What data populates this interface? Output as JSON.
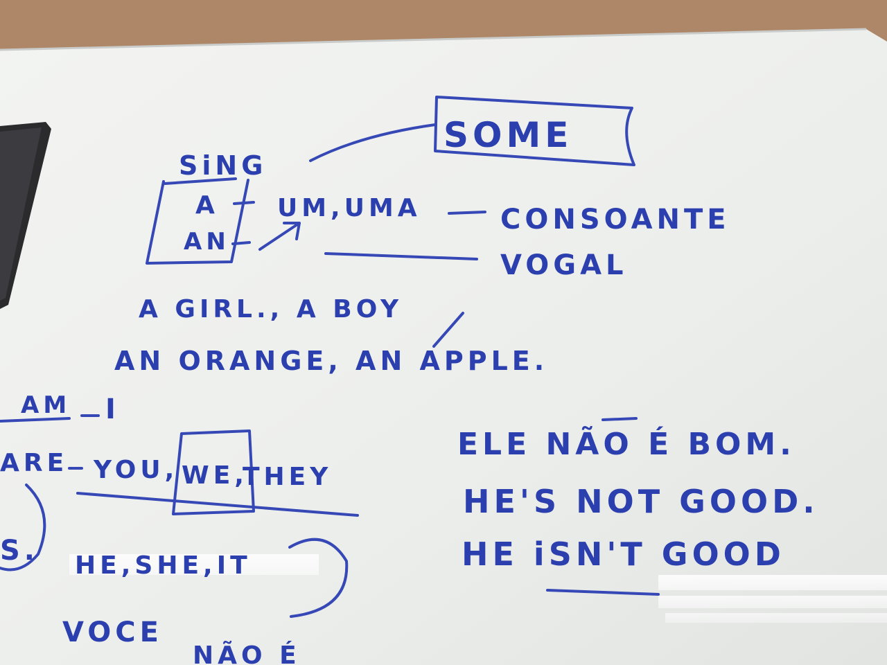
{
  "photo": {
    "subject": "whiteboard",
    "marker_color": "#2c3fae",
    "board_color": "#f1f2f0",
    "wall_color": "#b08a6a"
  },
  "board_text": {
    "some": "SOME",
    "sing": "SiNG",
    "a": "A",
    "an": "AN",
    "um_uma": "UM,UMA",
    "consoante": "CONSOANTE",
    "vogal": "VOGAL",
    "line1": "A GIRL., A BOY",
    "line2": "AN ORANGE, AN APPLE.",
    "am": "AM",
    "i": "I",
    "are": "ARE",
    "you": "YOU,",
    "we": "WE,",
    "they": "THEY",
    "is": "S.",
    "he_she_it": "HE,SHE,IT",
    "voce": "VOCE",
    "nao_e": "NÃO É",
    "ele_nao_e_bom": "ELE NÃO É BOM.",
    "hes_not_good": "HE'S NOT GOOD.",
    "he_isnt_good": "HE iSN'T GOOD"
  }
}
